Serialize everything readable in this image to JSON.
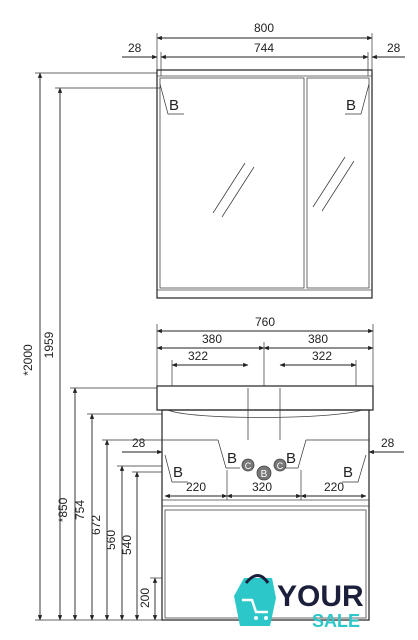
{
  "mirror_cabinet": {
    "dims": {
      "total_width": "800",
      "inner_width": "744",
      "side_left": "28",
      "side_right": "28"
    },
    "markers": [
      "B",
      "B"
    ]
  },
  "vanity": {
    "dims": {
      "total_width": "760",
      "half_left": "380",
      "half_right": "380",
      "drain_left": "322",
      "drain_right": "322",
      "side_left": "28",
      "side_right": "28",
      "bottom_left": "220",
      "bottom_center": "320",
      "bottom_right": "220"
    },
    "markers": [
      "B",
      "B",
      "B",
      "B"
    ],
    "connection_labels": [
      "C",
      "B",
      "C"
    ]
  },
  "heights": [
    "*2000",
    "1959",
    "*850",
    "754",
    "672",
    "560",
    "540",
    "200"
  ],
  "logo": {
    "word1": "YOUR",
    "word2": "SALE",
    "colors": {
      "primary": "#1b1f3b",
      "accent": "#2cc7c9"
    }
  }
}
